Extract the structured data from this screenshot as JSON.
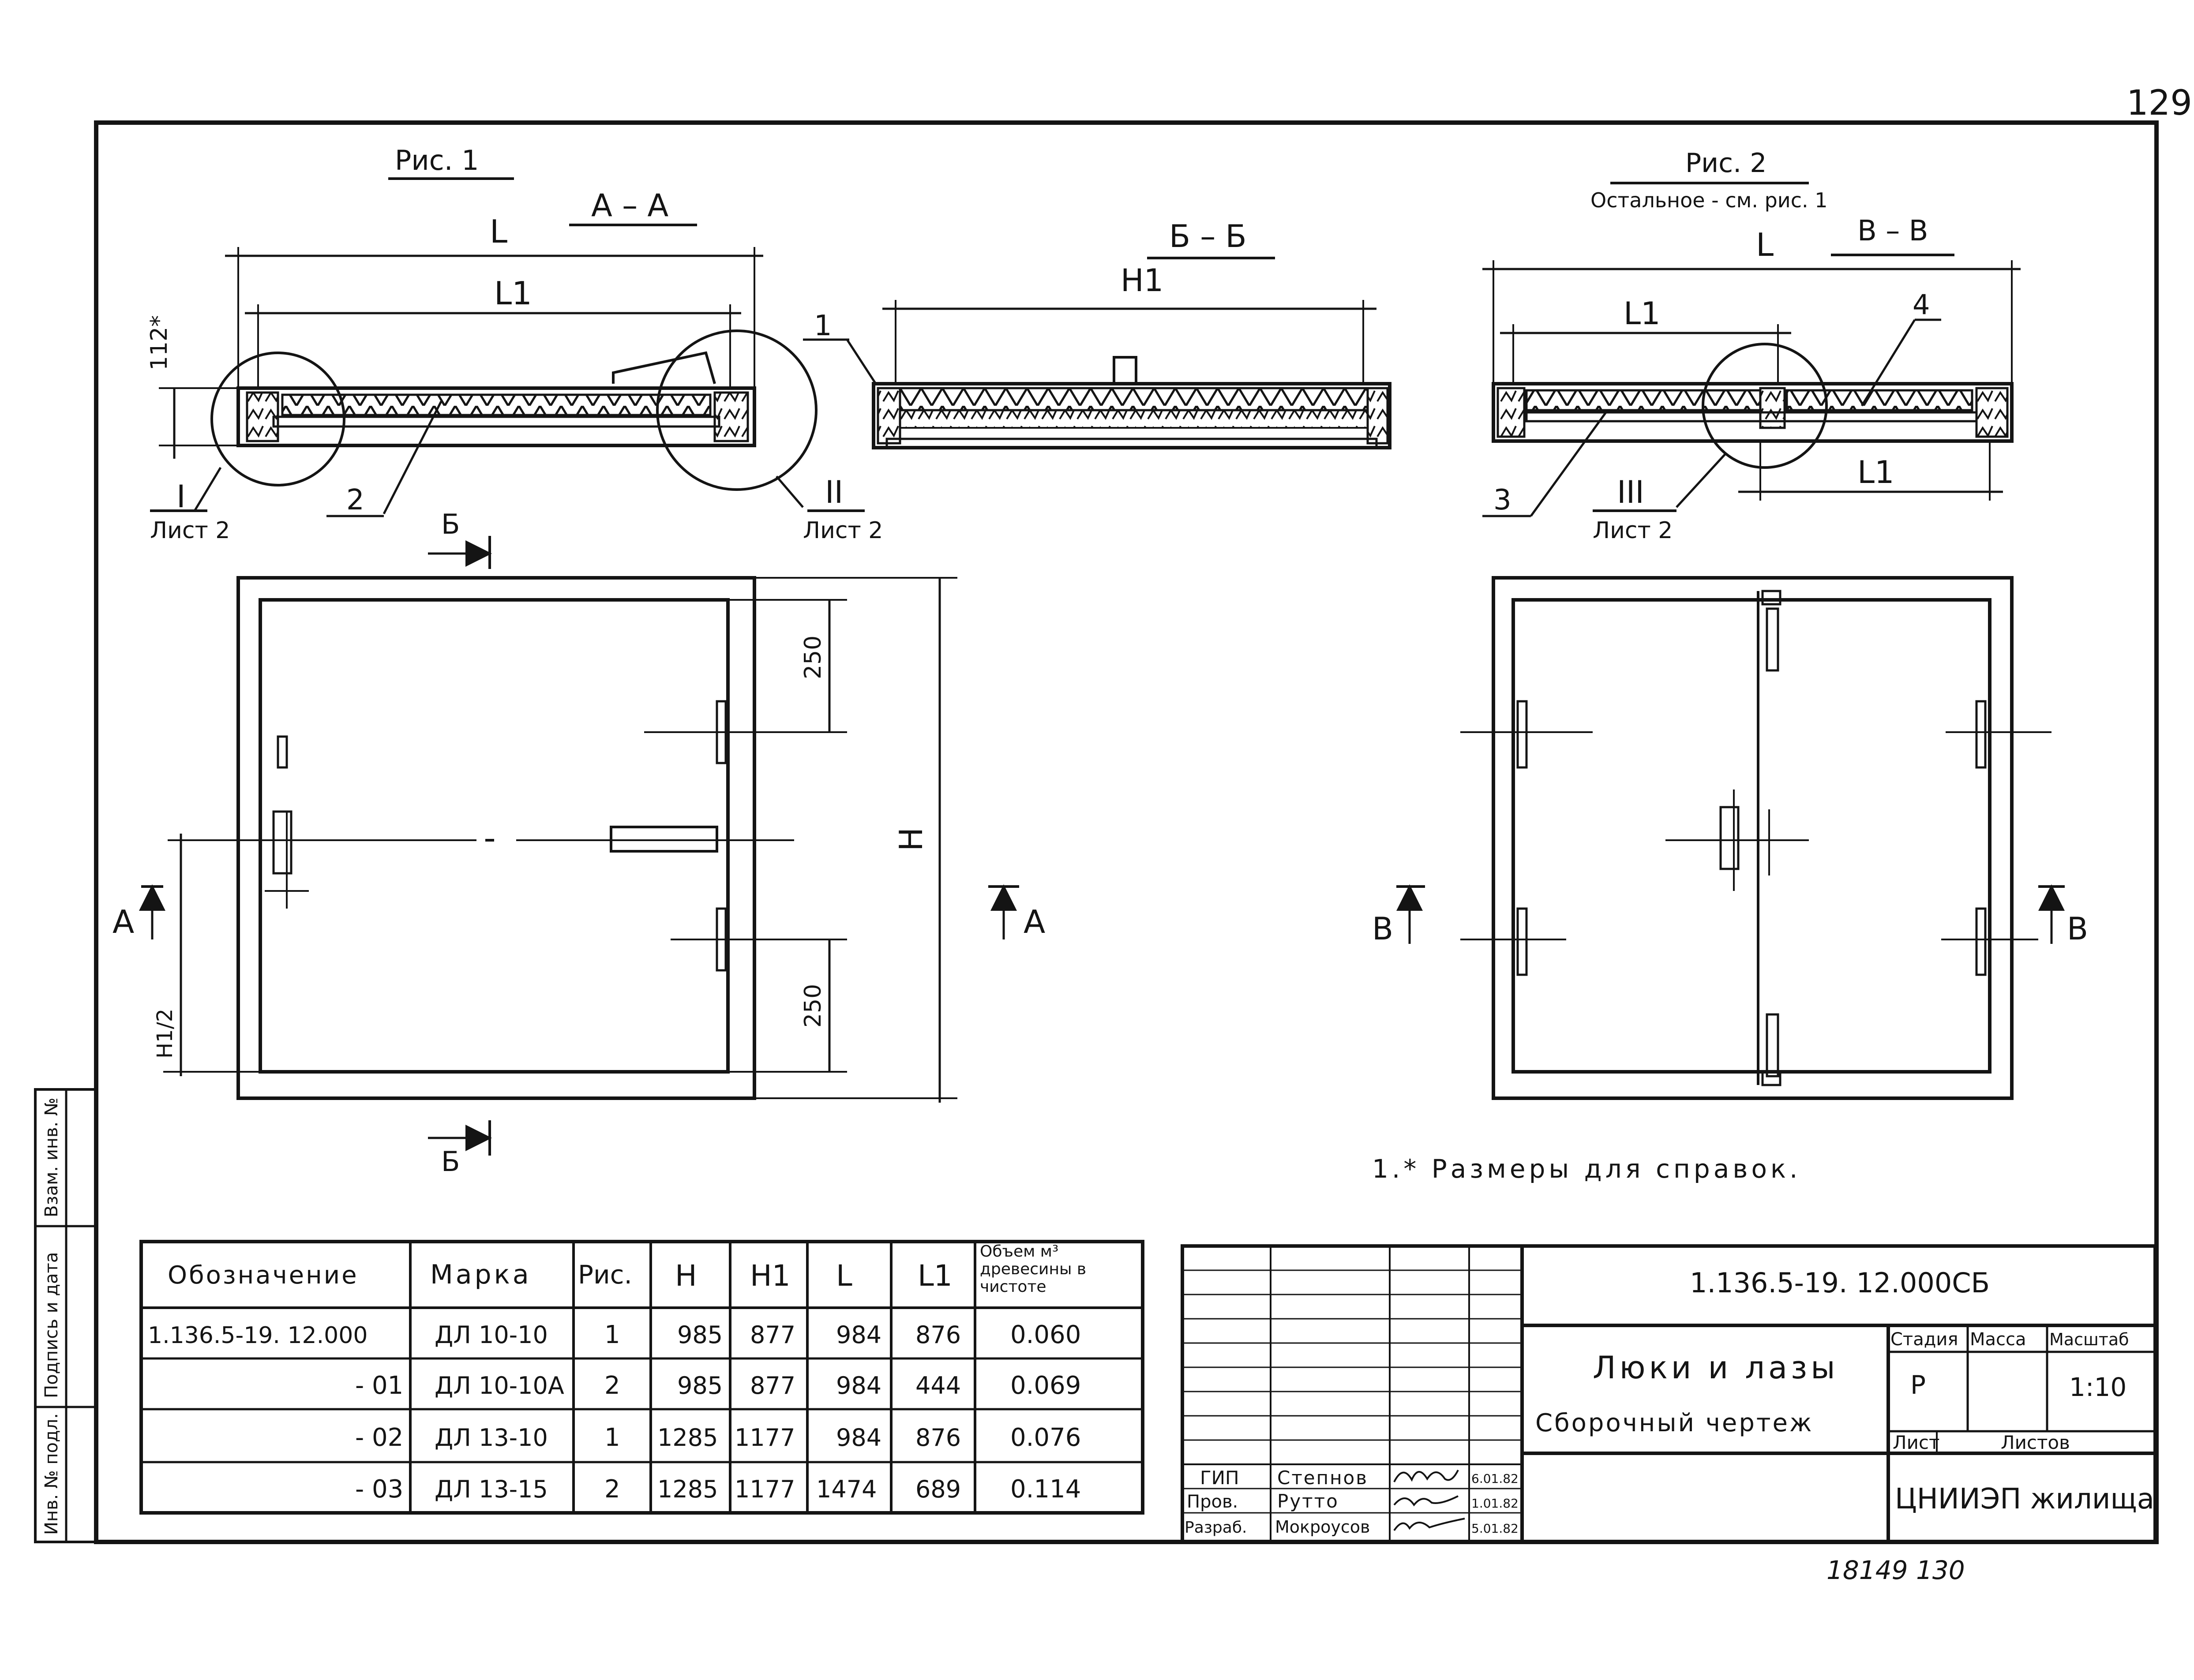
{
  "sheet_number": "129",
  "bottom_note": "18149 130",
  "fig1": {
    "title": "Рис. 1",
    "section_aa": "А – А",
    "section_bb": "Б – Б",
    "dim_L": "L",
    "dim_L1": "L1",
    "dim_H": "H",
    "dim_H1": "H1",
    "dim_H1_half": "H1/2",
    "dim_112": "112*",
    "dim_250_top": "250",
    "dim_250_bottom": "250",
    "callout_1": "1",
    "callout_2": "2",
    "node_I": "I",
    "node_I_sheet": "Лист 2",
    "node_II": "II",
    "node_II_sheet": "Лист 2",
    "cut_A_left": "А",
    "cut_A_right": "А",
    "cut_B_top": "Б",
    "cut_B_bottom": "Б"
  },
  "fig2": {
    "title": "Рис. 2",
    "subtitle": "Остальное - см. рис. 1",
    "section_vv": "В – В",
    "dim_L": "L",
    "dim_L1_left": "L1",
    "dim_L1_right": "L1",
    "callout_3": "3",
    "callout_4": "4",
    "node_III": "III",
    "node_III_sheet": "Лист 2",
    "cut_V_left": "В",
    "cut_V_right": "В"
  },
  "note": "1.* Размеры для справок.",
  "spec_table": {
    "headers": [
      "Обозначение",
      "Марка",
      "Рис.",
      "H",
      "H1",
      "L",
      "L1",
      "Объем м³ древесины в чистоте"
    ],
    "rows": [
      [
        "1.136.5-19. 12.000",
        "ДЛ 10-10",
        "1",
        "985",
        "877",
        "984",
        "876",
        "0.060"
      ],
      [
        "- 01",
        "ДЛ 10-10А",
        "2",
        "985",
        "877",
        "984",
        "444",
        "0.069"
      ],
      [
        "- 02",
        "ДЛ 13-10",
        "1",
        "1285",
        "1177",
        "984",
        "876",
        "0.076"
      ],
      [
        "- 03",
        "ДЛ 13-15",
        "2",
        "1285",
        "1177",
        "1474",
        "689",
        "0.114"
      ]
    ]
  },
  "title_block": {
    "code": "1.136.5-19. 12.000СБ",
    "name_line1": "Люки и лазы",
    "name_line2": "Сборочный чертеж",
    "stage_label": "Стадия",
    "mass_label": "Масса",
    "scale_label": "Масштаб",
    "stage_value": "Р",
    "scale_value": "1:10",
    "sheet_label": "Лист",
    "sheets_label": "Листов",
    "organization": "ЦНИИЭП жилища",
    "roles": [
      {
        "role": "ГИП",
        "name": "Степнов",
        "date": "6.01.82"
      },
      {
        "role": "Пров.",
        "name": "Рутто",
        "date": "1.01.82"
      },
      {
        "role": "Разраб.",
        "name": "Мокроусов",
        "date": "5.01.82"
      }
    ]
  },
  "side_stamp": {
    "cell1": "Инв. № подл.",
    "cell2": "Подпись и дата",
    "cell3": "Взам. инв. №"
  }
}
